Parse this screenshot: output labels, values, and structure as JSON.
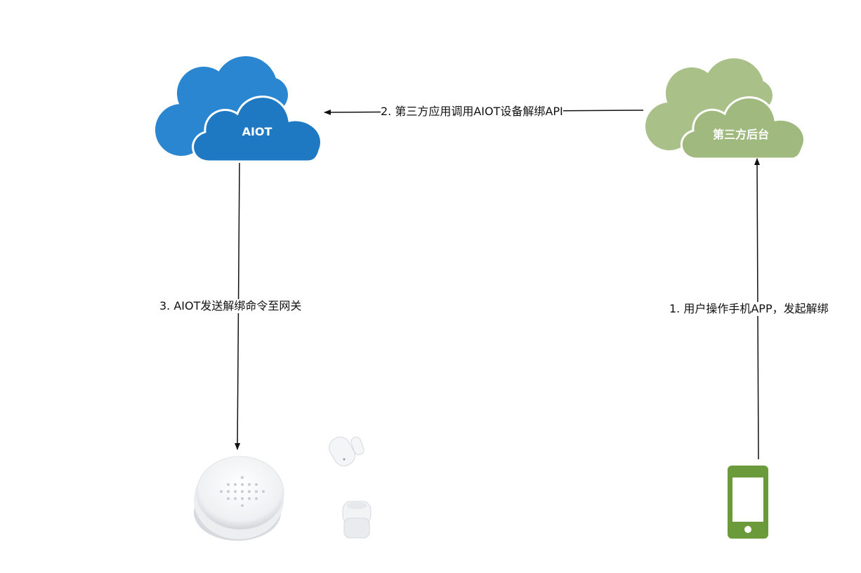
{
  "nodes": {
    "aiot_cloud": {
      "label": "AIOT",
      "color": "#2a86d1"
    },
    "third_party_cloud": {
      "label": "第三方后台",
      "color": "#a9c088"
    },
    "gateway": {
      "icon": "gateway-hub-icon"
    },
    "door_sensor": {
      "icon": "door-window-sensor-icon"
    },
    "motion_sensor": {
      "icon": "motion-sensor-icon"
    },
    "phone": {
      "icon": "mobile-phone-icon",
      "color": "#6b9a3a"
    }
  },
  "steps": {
    "step1": "1. 用户操作手机APP，发起解绑",
    "step2": "2. 第三方应用调用AIOT设备解绑API",
    "step3": "3. AIOT发送解绑命令至网关"
  }
}
